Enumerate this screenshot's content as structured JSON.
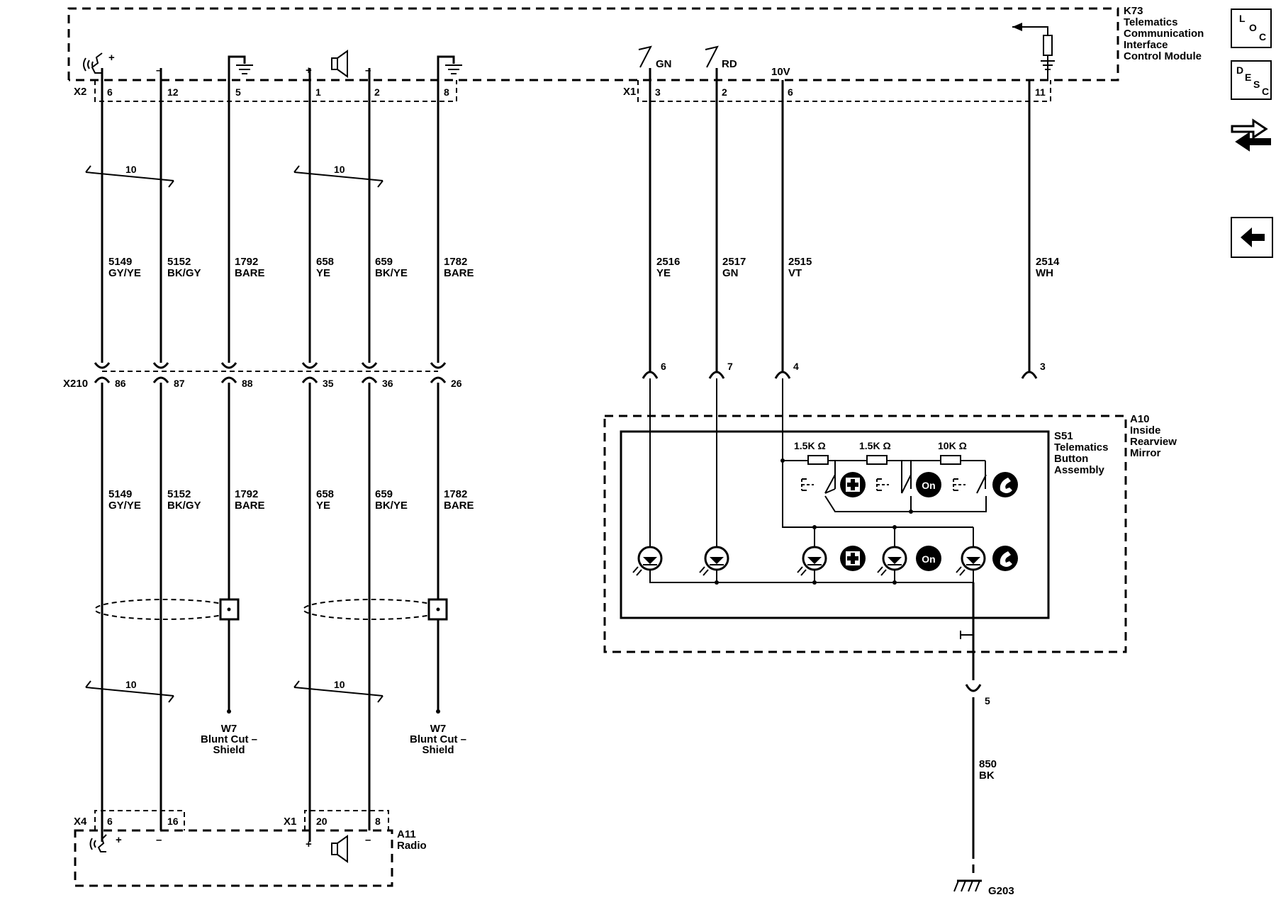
{
  "module_k73": {
    "id": "K73",
    "lines": [
      "Telematics",
      "Communication",
      "Interface",
      "Control Module"
    ]
  },
  "module_a11": {
    "id": "A11",
    "name": "Radio"
  },
  "module_a10": {
    "id": "A10",
    "lines": [
      "Inside",
      "Rearview",
      "Mirror"
    ]
  },
  "assembly_s51": {
    "id": "S51",
    "lines": [
      "Telematics",
      "Button",
      "Assembly"
    ]
  },
  "connectors": {
    "k73_x2": "X2",
    "k73_x1": "X1",
    "inline": "X210",
    "radio_x4": "X4",
    "radio_x1": "X1"
  },
  "k73_x2_pins": [
    "6",
    "12",
    "5",
    "1",
    "2",
    "8"
  ],
  "k73_x1_pins": [
    "3",
    "2",
    "6",
    "11"
  ],
  "x210_pins": [
    "86",
    "87",
    "88",
    "35",
    "36",
    "26"
  ],
  "radio_x4_pins": [
    "6",
    "16"
  ],
  "radio_x1_pins": [
    "20",
    "8"
  ],
  "mirror_pins": [
    "6",
    "7",
    "4",
    "3"
  ],
  "ground_pin": "5",
  "ground_wire": {
    "circuit": "850",
    "color": "BK"
  },
  "ground_point": "G203",
  "left_wires": [
    {
      "circuit": "5149",
      "color": "GY/YE"
    },
    {
      "circuit": "5152",
      "color": "BK/GY"
    },
    {
      "circuit": "1792",
      "color": "BARE"
    },
    {
      "circuit": "658",
      "color": "YE"
    },
    {
      "circuit": "659",
      "color": "BK/YE"
    },
    {
      "circuit": "1782",
      "color": "BARE"
    }
  ],
  "right_wires": [
    {
      "circuit": "2516",
      "color": "YE"
    },
    {
      "circuit": "2517",
      "color": "GN"
    },
    {
      "circuit": "2515",
      "color": "VT"
    },
    {
      "circuit": "2514",
      "color": "WH"
    }
  ],
  "twist_label": "10",
  "led_labels": [
    "GN",
    "RD"
  ],
  "voltage_label": "10V",
  "resistors": [
    "1.5K Ω",
    "1.5K Ω",
    "10K Ω"
  ],
  "polarity": {
    "plus": "+",
    "minus": "–"
  },
  "shield": {
    "id": "W7",
    "lines": [
      "Blunt Cut –",
      "Shield"
    ]
  },
  "nav": {
    "loc": {
      "l1": "L",
      "l2": "O",
      "l3": "C"
    },
    "desc": {
      "l1": "D",
      "l2": "E",
      "l3": "S",
      "l4": "C"
    }
  },
  "icons": [
    "microphone-icon",
    "speaker-icon",
    "ground-icon",
    "led-icon",
    "switch-icon",
    "cross-button-icon",
    "onstar-button-icon",
    "phone-button-icon",
    "connector-icon",
    "back-arrow-icon",
    "component-connector-icon"
  ]
}
